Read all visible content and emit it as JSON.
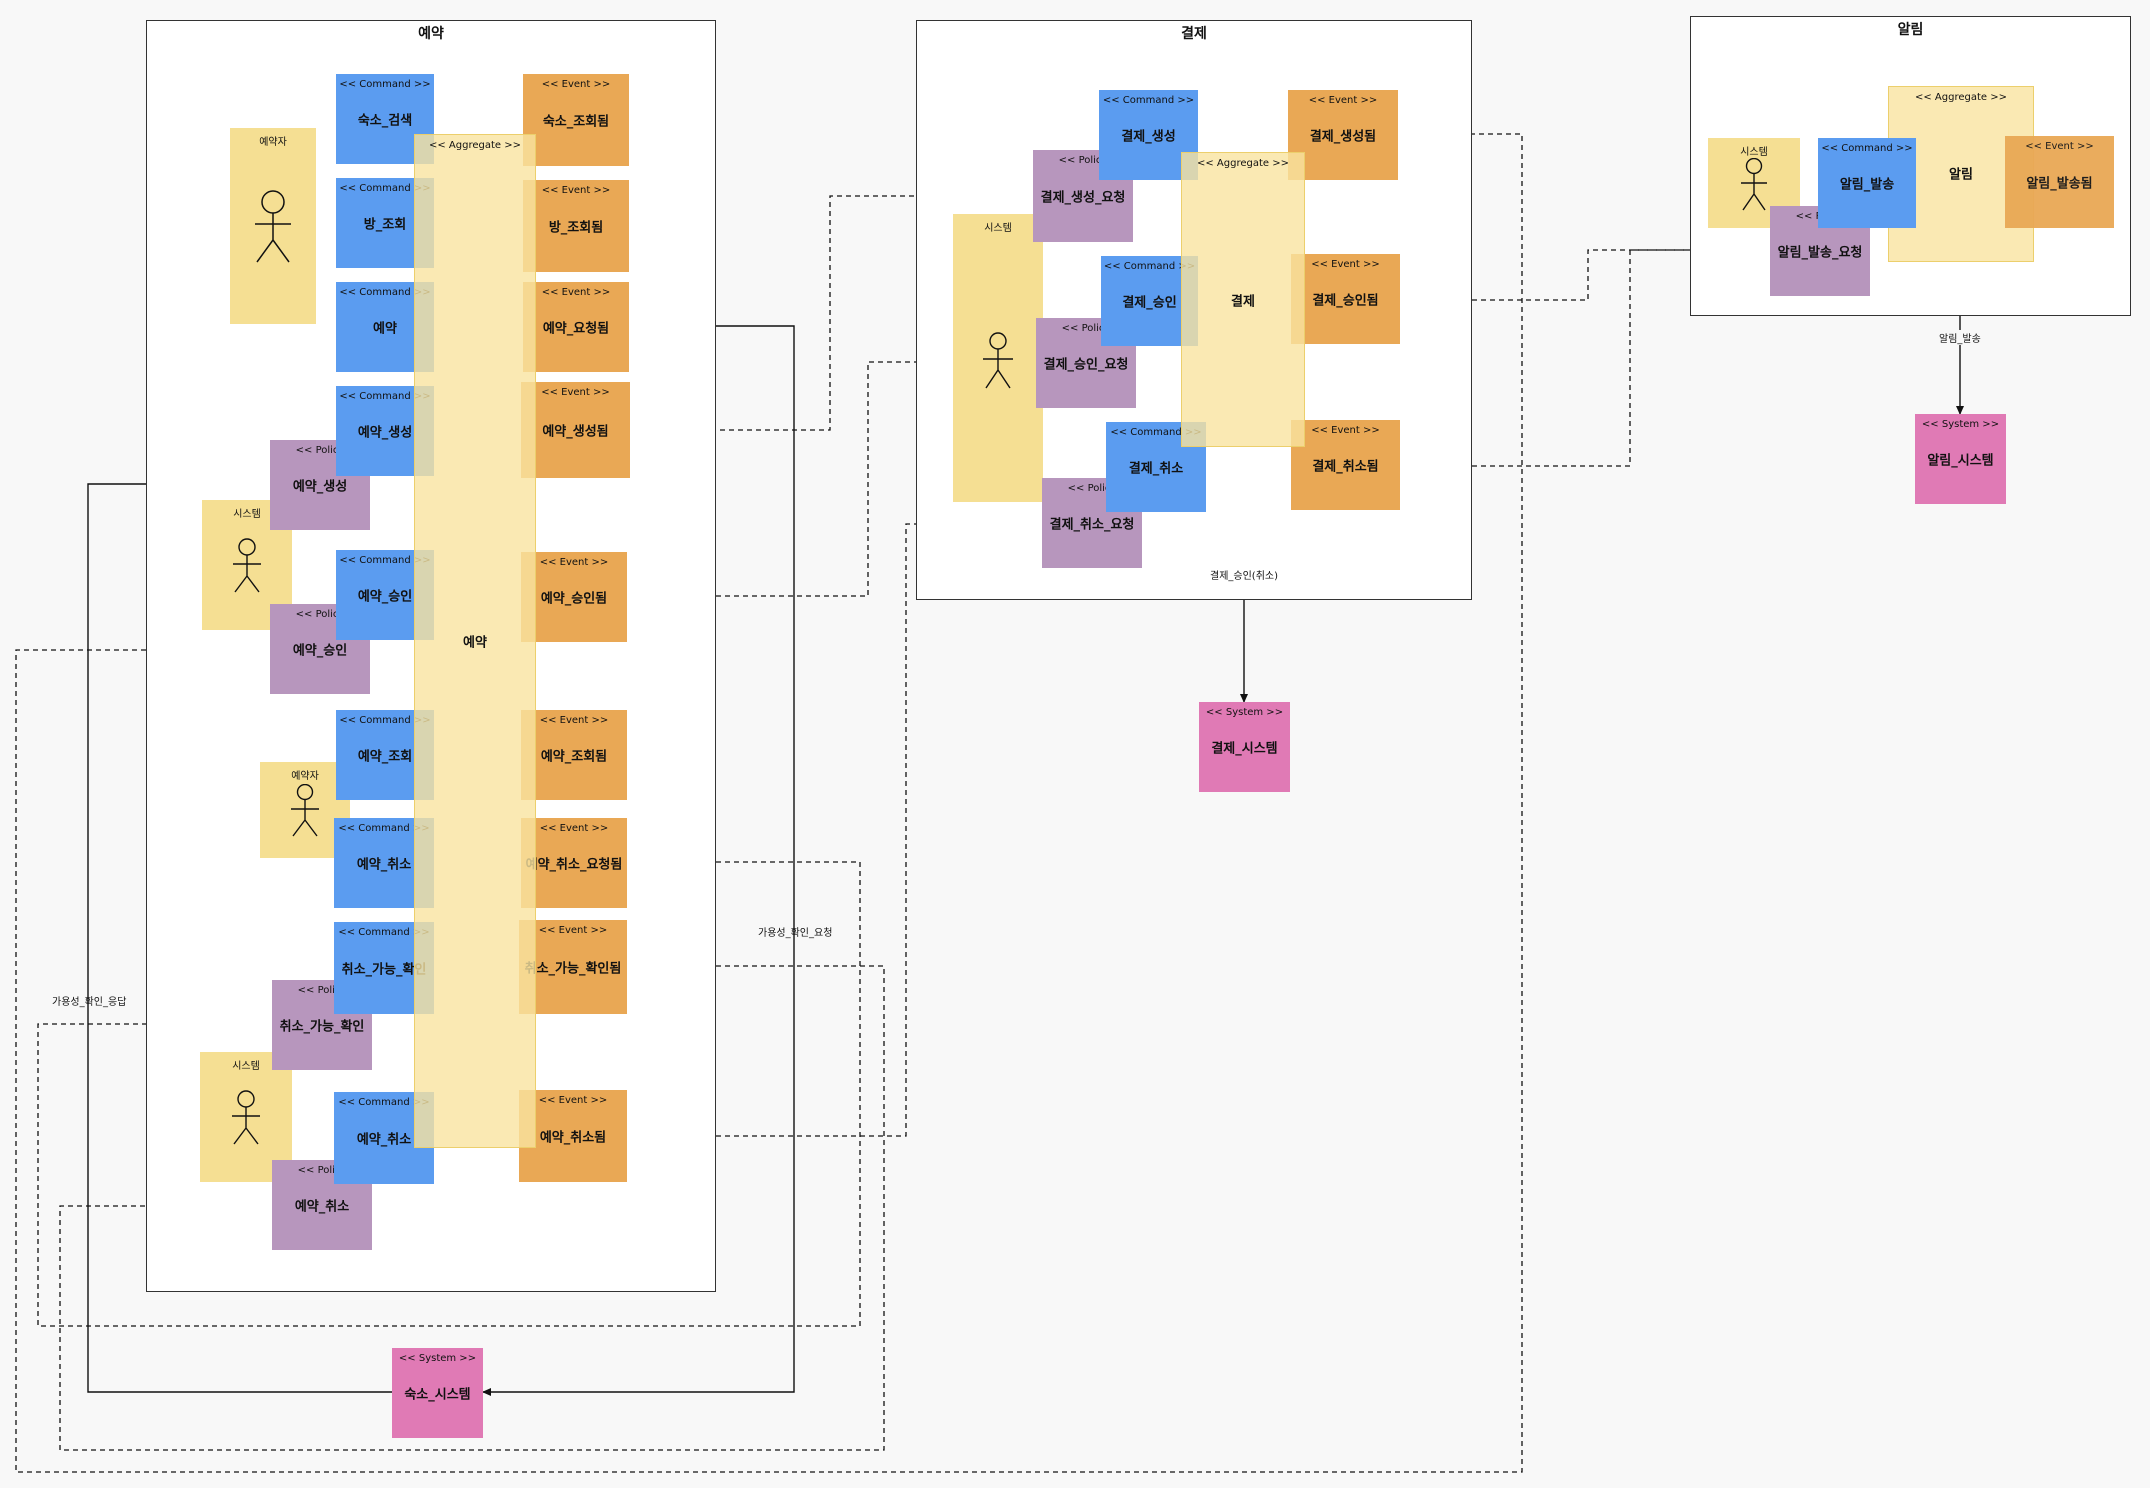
{
  "frames": {
    "reservation": "예약",
    "payment": "결제",
    "notification": "알림"
  },
  "stereotypes": {
    "command": "<< Command >>",
    "event": "<< Event >>",
    "policy": "<< Policy",
    "aggregate": "<< Aggregate >>",
    "system": "<< System >>"
  },
  "actors": {
    "reserver": "예약자",
    "system": "시스템"
  },
  "reservation": {
    "aggregate": "예약",
    "commands": [
      "숙소_검색",
      "방_조회",
      "예약",
      "예약_생성",
      "예약_승인",
      "예약_조회",
      "예약_취소",
      "취소_가능_확인",
      "예약_취소"
    ],
    "events": [
      "숙소_조회됨",
      "방_조회됨",
      "예약_요청됨",
      "예약_생성됨",
      "예약_승인됨",
      "예약_조회됨",
      "예약_취소_요청됨",
      "취소_가능_확인됨",
      "예약_취소됨"
    ],
    "policies": [
      "예약_생성",
      "예약_승인",
      "취소_가능_확인",
      "예약_취소"
    ]
  },
  "payment": {
    "aggregate": "결제",
    "commands": [
      "결제_생성",
      "결제_승인",
      "결제_취소"
    ],
    "events": [
      "결제_생성됨",
      "결제_승인됨",
      "결제_취소됨"
    ],
    "policies": [
      "결제_생성_요청",
      "결제_승인_요청",
      "결제_취소_요청"
    ]
  },
  "notification": {
    "aggregate": "알림",
    "command": "알림_발송",
    "event": "알림_발송됨",
    "policy": "알림_발송_요청"
  },
  "systems": {
    "lodging": "숙소_시스템",
    "payment": "결제_시스템",
    "notification": "알림_시스템"
  },
  "links": {
    "availability_response": "가용성_확인_응답",
    "availability_request": "가용성_확인_요청",
    "payment_approve_cancel": "결제_승인(취소)",
    "notify_send": "알림_발송"
  },
  "colors": {
    "command": "#5b9cf0",
    "event": "#e9a855",
    "policy": "#b796bd",
    "system": "#e07ab5",
    "aggregate": "#f9e4a0",
    "actor": "#f5df93"
  }
}
